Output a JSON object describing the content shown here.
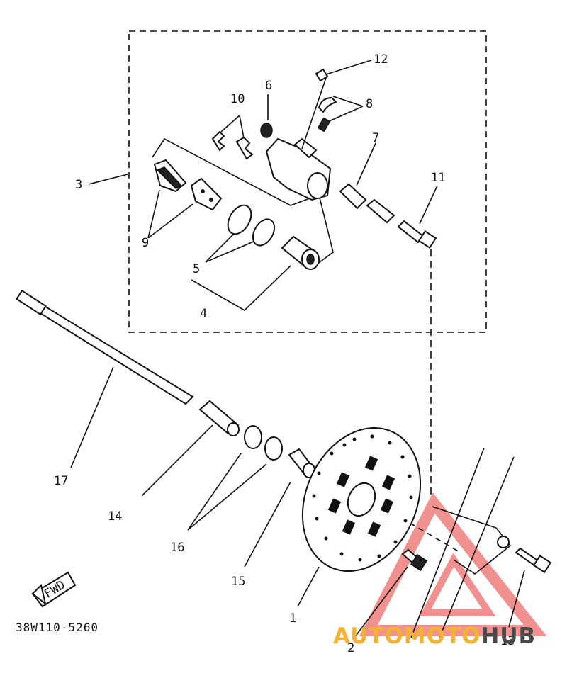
{
  "diagram": {
    "labels": {
      "p1": "1",
      "p2": "2",
      "p3": "3",
      "p4": "4",
      "p5": "5",
      "p6": "6",
      "p7": "7",
      "p8": "8",
      "p9": "9",
      "p10": "10",
      "p11": "11",
      "p12": "12",
      "p13": "13",
      "p14": "14",
      "p15": "15",
      "p16": "16",
      "p17": "17"
    },
    "fwd_label": "FWD",
    "diagram_code": "38W110-5260"
  },
  "watermark": {
    "part_a": "AUTO",
    "part_b": "MOTO",
    "part_c": "HUB",
    "colors": {
      "accent": "#f3b233",
      "dark": "#4a4a4a",
      "triangle": "#e53935"
    }
  }
}
